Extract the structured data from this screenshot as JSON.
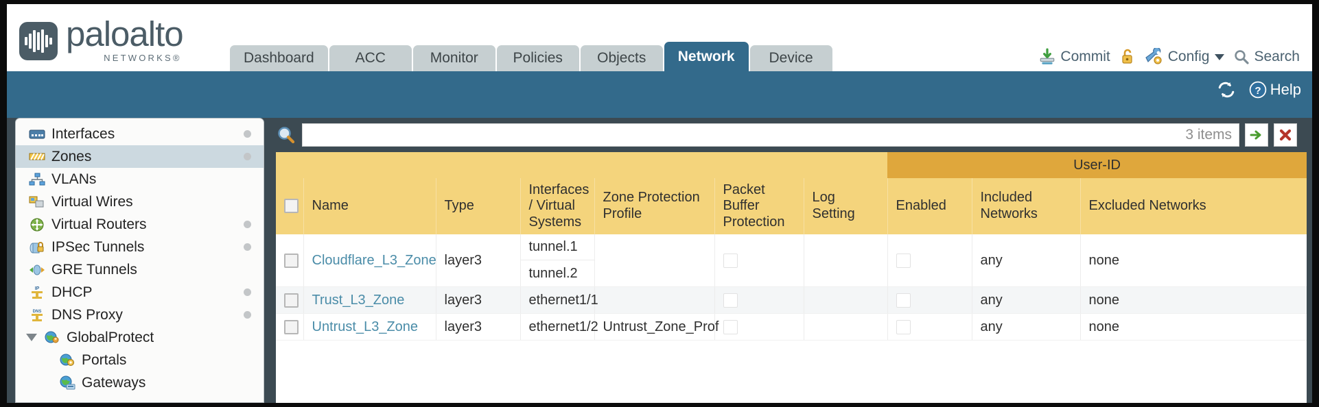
{
  "brand": {
    "name": "paloalto",
    "sub": "NETWORKS",
    "registered": "®"
  },
  "nav_tabs": [
    {
      "label": "Dashboard",
      "active": false
    },
    {
      "label": "ACC",
      "active": false
    },
    {
      "label": "Monitor",
      "active": false
    },
    {
      "label": "Policies",
      "active": false
    },
    {
      "label": "Objects",
      "active": false
    },
    {
      "label": "Network",
      "active": true
    },
    {
      "label": "Device",
      "active": false
    }
  ],
  "utility": {
    "commit": "Commit",
    "config": "Config",
    "search": "Search",
    "lock_icon": "padlock-icon",
    "commit_icon": "commit-icon",
    "config_icon": "config-wrench-icon",
    "search_icon": "search-icon"
  },
  "subbar": {
    "refresh_icon": "refresh-icon",
    "help": "Help",
    "help_icon": "help-question-icon"
  },
  "sidebar": {
    "items": [
      {
        "label": "Interfaces",
        "icon": "interfaces-icon",
        "dot": true,
        "selected": false,
        "child": false,
        "caret": false
      },
      {
        "label": "Zones",
        "icon": "zones-icon",
        "dot": true,
        "selected": true,
        "child": false,
        "caret": false
      },
      {
        "label": "VLANs",
        "icon": "vlans-icon",
        "dot": false,
        "selected": false,
        "child": false,
        "caret": false
      },
      {
        "label": "Virtual Wires",
        "icon": "virtual-wires-icon",
        "dot": false,
        "selected": false,
        "child": false,
        "caret": false
      },
      {
        "label": "Virtual Routers",
        "icon": "virtual-routers-icon",
        "dot": true,
        "selected": false,
        "child": false,
        "caret": false
      },
      {
        "label": "IPSec Tunnels",
        "icon": "ipsec-tunnels-icon",
        "dot": true,
        "selected": false,
        "child": false,
        "caret": false
      },
      {
        "label": "GRE Tunnels",
        "icon": "gre-tunnels-icon",
        "dot": false,
        "selected": false,
        "child": false,
        "caret": false
      },
      {
        "label": "DHCP",
        "icon": "dhcp-icon",
        "dot": true,
        "selected": false,
        "child": false,
        "caret": false
      },
      {
        "label": "DNS Proxy",
        "icon": "dns-proxy-icon",
        "dot": true,
        "selected": false,
        "child": false,
        "caret": false
      },
      {
        "label": "GlobalProtect",
        "icon": "globalprotect-icon",
        "dot": false,
        "selected": false,
        "child": false,
        "caret": true
      },
      {
        "label": "Portals",
        "icon": "portals-icon",
        "dot": false,
        "selected": false,
        "child": true,
        "caret": false
      },
      {
        "label": "Gateways",
        "icon": "gateways-icon",
        "dot": false,
        "selected": false,
        "child": true,
        "caret": false
      }
    ]
  },
  "search": {
    "value": "",
    "placeholder": "",
    "items_count": "3 items",
    "apply_icon": "green-arrow-apply-icon",
    "clear_icon": "red-x-clear-icon",
    "magnifier_icon": "search-icon"
  },
  "table": {
    "group_header": "User-ID",
    "columns": [
      "Name",
      "Type",
      "Interfaces / Virtual Systems",
      "Zone Protection Profile",
      "Packet Buffer Protection",
      "Log Setting",
      "Enabled",
      "Included Networks",
      "Excluded Networks"
    ],
    "rows": [
      {
        "selected": false,
        "name": "Cloudflare_L3_Zone",
        "type": "layer3",
        "interfaces": [
          "tunnel.1",
          "tunnel.2"
        ],
        "zone_protection_profile": "",
        "packet_buffer_protection": false,
        "log_setting": "",
        "enabled": false,
        "included_networks": "any",
        "excluded_networks": "none"
      },
      {
        "selected": false,
        "name": "Trust_L3_Zone",
        "type": "layer3",
        "interfaces": [
          "ethernet1/1"
        ],
        "zone_protection_profile": "",
        "packet_buffer_protection": false,
        "log_setting": "",
        "enabled": false,
        "included_networks": "any",
        "excluded_networks": "none"
      },
      {
        "selected": false,
        "name": "Untrust_L3_Zone",
        "type": "layer3",
        "interfaces": [
          "ethernet1/2"
        ],
        "zone_protection_profile": "Untrust_Zone_Prof",
        "packet_buffer_protection": false,
        "log_setting": "",
        "enabled": false,
        "included_networks": "any",
        "excluded_networks": "none"
      }
    ]
  },
  "colors": {
    "brand_slate": "#4b5c66",
    "nav_blue": "#336a8b",
    "header_gold": "#f4d47c",
    "group_gold": "#dfa73c",
    "link_blue": "#4a8ca8",
    "body_dark": "#3c4a52"
  }
}
